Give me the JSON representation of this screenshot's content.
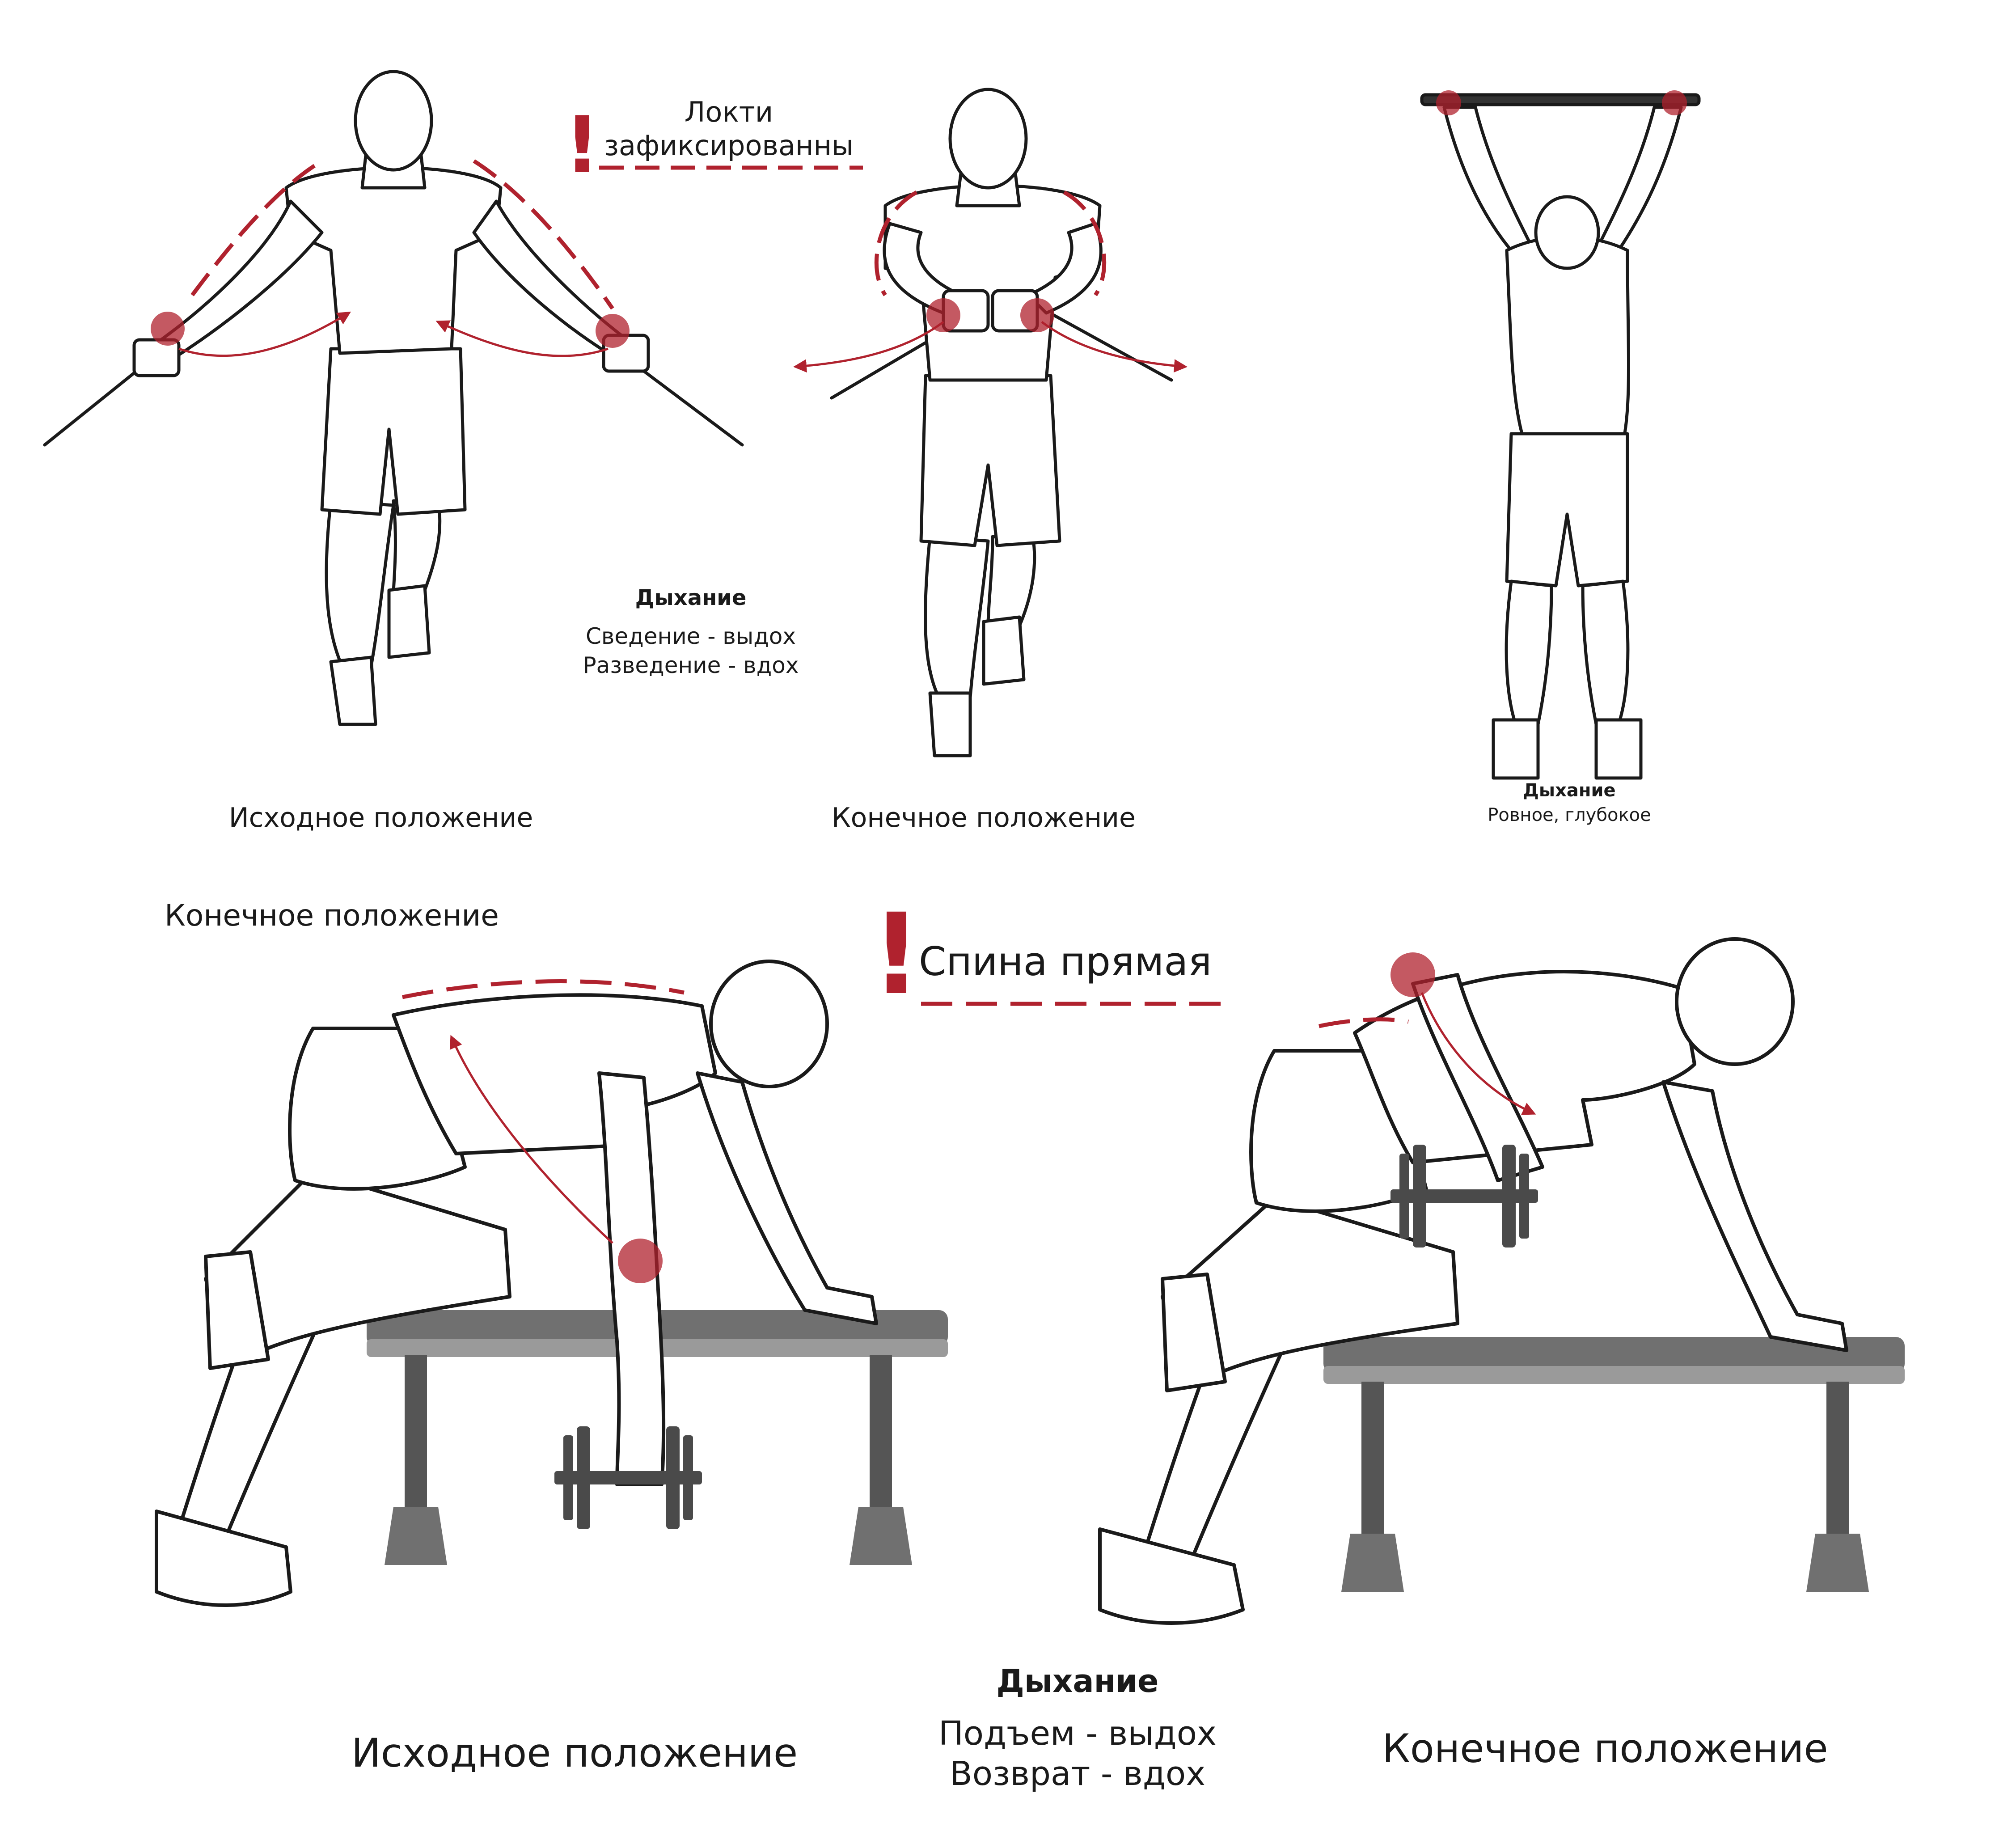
{
  "colors": {
    "accent": "#b0222e",
    "ink": "#1a1a1a",
    "bench": "#707070",
    "bench_dark": "#555555",
    "bench_light": "#9a9a9a",
    "dumbbell": "#4a4a4a",
    "skin": "#ffffff"
  },
  "icons": [
    "exclamation-icon",
    "joint-marker-icon",
    "motion-arrow-icon"
  ],
  "top": {
    "cable_warning": {
      "line1": "Локти",
      "line2": "зафиксированны"
    },
    "cable_breathing": {
      "title": "Дыхание",
      "line1": "Сведение - выдох",
      "line2": "Разведение - вдох"
    },
    "cable_start_caption": "Исходное положение",
    "cable_end_caption": "Конечное положение",
    "hang_breathing": {
      "title": "Дыхание",
      "line1": "Ровное, глубокое"
    }
  },
  "bottom": {
    "row_end_label_top": "Конечное положение",
    "back_warning": "Спина прямая",
    "row_breathing": {
      "title": "Дыхание",
      "line1": "Подъем - выдох",
      "line2": "Возврат - вдох"
    },
    "row_start_caption": "Исходное положение",
    "row_end_caption": "Конечное положение"
  }
}
